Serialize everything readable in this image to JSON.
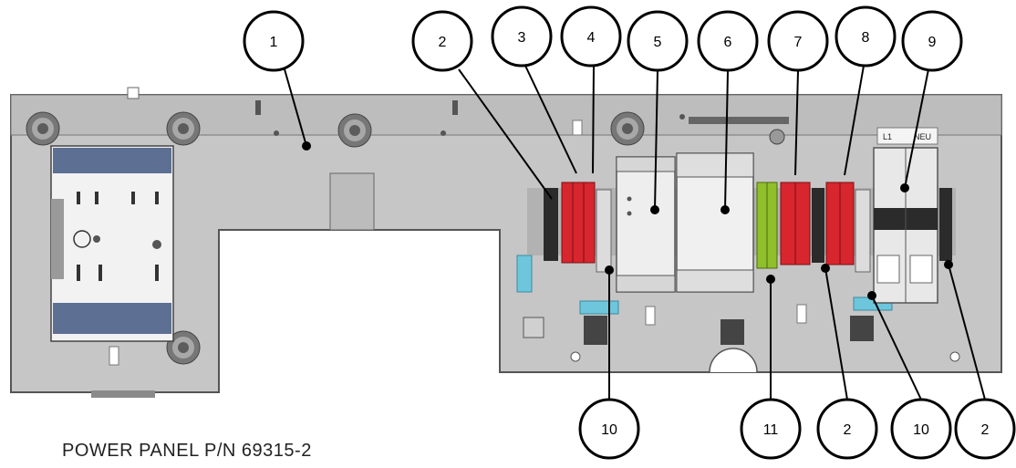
{
  "caption": "POWER PANEL  P/N 69315-2",
  "callouts": [
    "1",
    "2",
    "3",
    "4",
    "5",
    "6",
    "7",
    "8",
    "9",
    "10",
    "11",
    "2",
    "10",
    "2"
  ],
  "labels": {
    "l1": "L1",
    "neu": "NEU"
  },
  "colors": {
    "panel": "#c9c9c9",
    "panel_edge": "#5a5a5a",
    "terminal_red": "#d8262e",
    "terminal_green": "#8fbf2a",
    "terminal_black": "#2b2b2b",
    "module_light": "#eeeeee",
    "label_blue": "#6ec6dc"
  }
}
